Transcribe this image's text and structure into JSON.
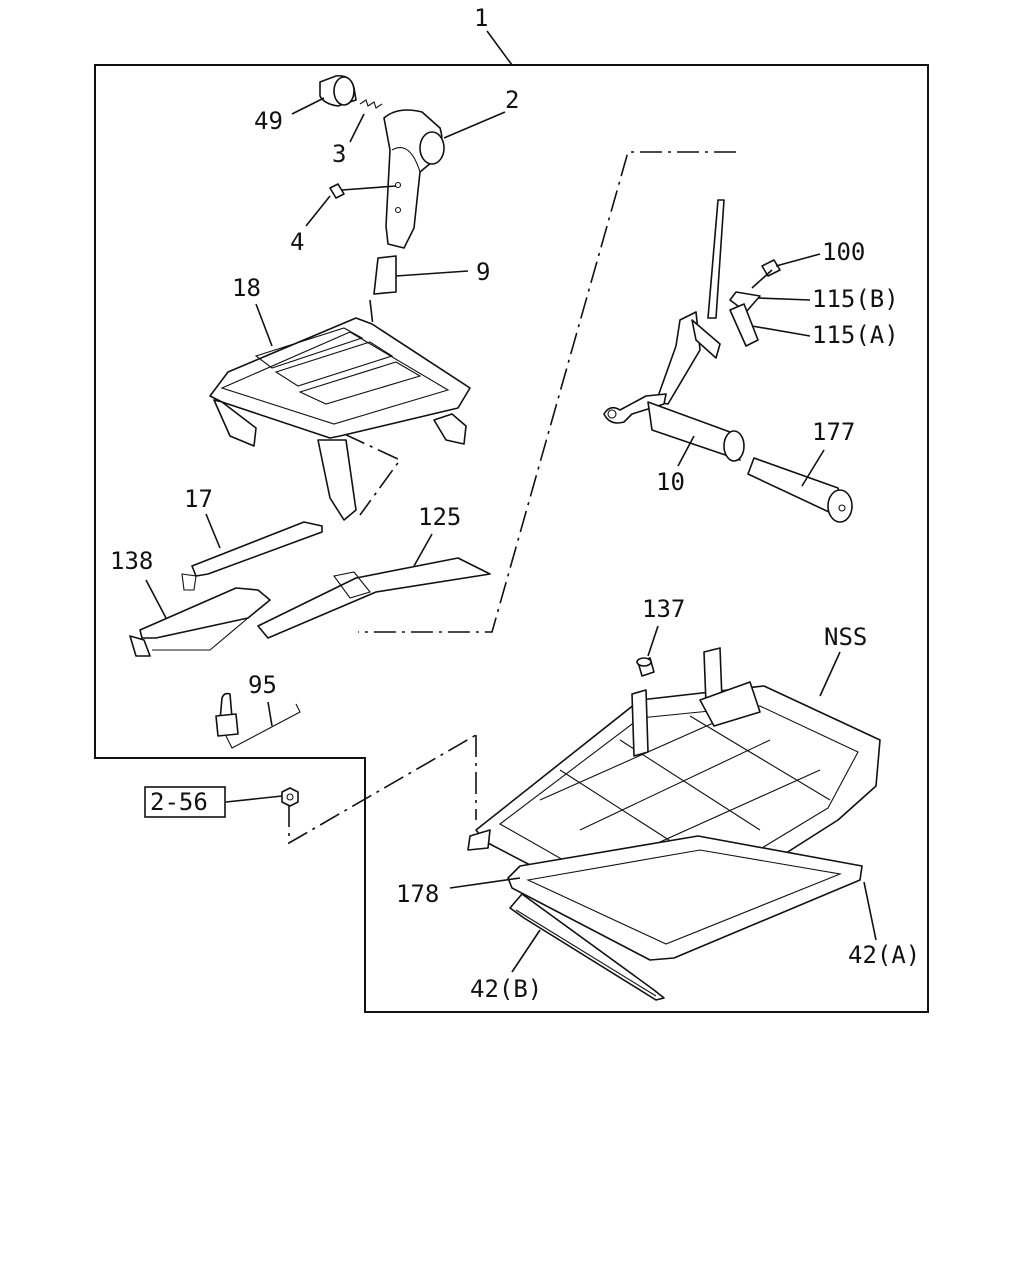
{
  "diagram": {
    "assembly_label": "1",
    "reference_label": "2-56",
    "callouts": [
      {
        "id": "c49",
        "text": "49"
      },
      {
        "id": "c3",
        "text": "3"
      },
      {
        "id": "c2",
        "text": "2"
      },
      {
        "id": "c4",
        "text": "4"
      },
      {
        "id": "c9",
        "text": "9"
      },
      {
        "id": "c18",
        "text": "18"
      },
      {
        "id": "c17",
        "text": "17"
      },
      {
        "id": "c138",
        "text": "138"
      },
      {
        "id": "c125",
        "text": "125"
      },
      {
        "id": "c95",
        "text": "95"
      },
      {
        "id": "c100",
        "text": "100"
      },
      {
        "id": "c115b",
        "text": "115(B)"
      },
      {
        "id": "c115a",
        "text": "115(A)"
      },
      {
        "id": "c10",
        "text": "10"
      },
      {
        "id": "c177",
        "text": "177"
      },
      {
        "id": "c137",
        "text": "137"
      },
      {
        "id": "cnss",
        "text": "NSS"
      },
      {
        "id": "c178",
        "text": "178"
      },
      {
        "id": "c42a",
        "text": "42(A)"
      },
      {
        "id": "c42b",
        "text": "42(B)"
      }
    ]
  }
}
